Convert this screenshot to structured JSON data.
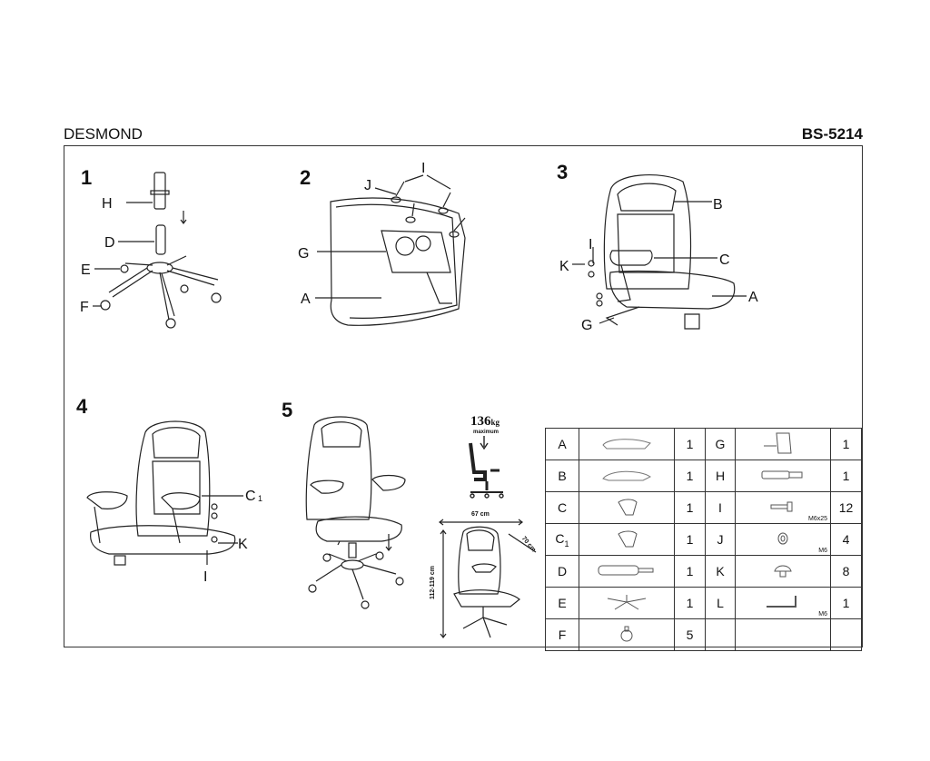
{
  "header": {
    "product_name": "DESMOND",
    "model_code": "BS-5214"
  },
  "steps": [
    {
      "number": "1",
      "labels": [
        "H",
        "D",
        "E",
        "F"
      ]
    },
    {
      "number": "2",
      "labels": [
        "J",
        "I",
        "G",
        "A"
      ]
    },
    {
      "number": "3",
      "labels": [
        "B",
        "I",
        "K",
        "C",
        "A",
        "G"
      ]
    },
    {
      "number": "4",
      "labels": [
        "C",
        "1",
        "K",
        "I"
      ]
    },
    {
      "number": "5",
      "labels": []
    }
  ],
  "specs": {
    "max_weight_value": "136",
    "max_weight_unit": "kg",
    "max_weight_note": "maximum",
    "width": "67 cm",
    "depth": "70 cm",
    "height": "112-119 cm"
  },
  "parts_table": {
    "rows": [
      {
        "left": {
          "letter": "A",
          "icon": "seat-icon",
          "qty": "1"
        },
        "right": {
          "letter": "G",
          "icon": "mechanism-plate-icon",
          "qty": "1",
          "spec": ""
        }
      },
      {
        "left": {
          "letter": "B",
          "icon": "backrest-icon",
          "qty": "1"
        },
        "right": {
          "letter": "H",
          "icon": "gas-lift-icon",
          "qty": "1",
          "spec": ""
        }
      },
      {
        "left": {
          "letter": "C",
          "icon": "armrest-icon",
          "qty": "1"
        },
        "right": {
          "letter": "I",
          "icon": "bolt-icon",
          "qty": "12",
          "spec": "M6x25"
        }
      },
      {
        "left": {
          "letter": "C",
          "sub": "1",
          "icon": "armrest-icon",
          "qty": "1"
        },
        "right": {
          "letter": "J",
          "icon": "washer-icon",
          "qty": "4",
          "spec": "M6"
        }
      },
      {
        "left": {
          "letter": "D",
          "icon": "gas-cover-icon",
          "qty": "1"
        },
        "right": {
          "letter": "K",
          "icon": "cap-icon",
          "qty": "8",
          "spec": ""
        }
      },
      {
        "left": {
          "letter": "E",
          "icon": "star-base-icon",
          "qty": "1"
        },
        "right": {
          "letter": "L",
          "icon": "allen-key-icon",
          "qty": "1",
          "spec": "M6"
        }
      },
      {
        "left": {
          "letter": "F",
          "icon": "caster-icon",
          "qty": "5"
        },
        "right": {
          "letter": "",
          "icon": "",
          "qty": "",
          "spec": ""
        }
      }
    ]
  }
}
